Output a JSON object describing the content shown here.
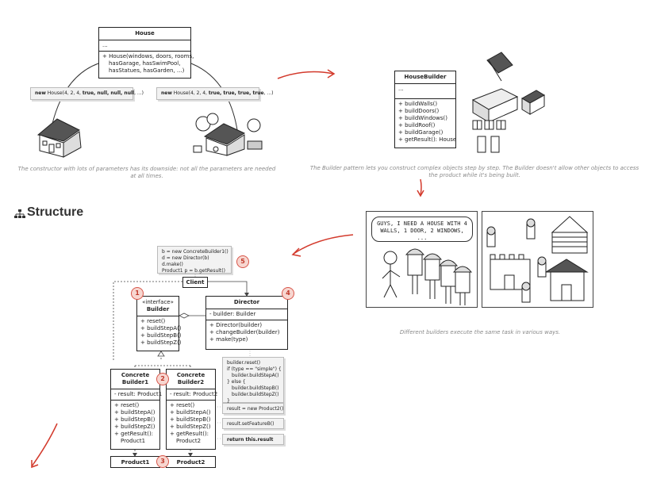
{
  "top_left": {
    "house_class": {
      "name": "House",
      "fields": "...",
      "methods": [
        "+ House(windows, doors, rooms,",
        "hasGarage, hasSwimPool,",
        "hasStatues, hasGarden, ...)"
      ]
    },
    "note_left": {
      "prefix": "new",
      "text": " House(4, 2, 4, ",
      "bold_vals": "true, null, null, null",
      "suffix": ", ...)"
    },
    "note_right": {
      "prefix": "new",
      "text": " House(4, 2, 4, ",
      "bold_vals": "true, true, true, true",
      "suffix": ", ...)"
    },
    "caption": "The constructor with lots of parameters has its downside: not all the parameters are needed at all times."
  },
  "top_right": {
    "builder_class": {
      "name": "HouseBuilder",
      "fields": "...",
      "methods": [
        "+ buildWalls()",
        "+ buildDoors()",
        "+ buildWindows()",
        "+ buildRoof()",
        "+ buildGarage()",
        "+ getResult(): House"
      ]
    },
    "caption": "The Builder pattern lets you construct complex objects step by step. The Builder doesn't allow other objects to access the product while it's being built."
  },
  "structure": {
    "heading": "Structure",
    "client": "Client",
    "note5": [
      "b = new ConcreteBuilder1()",
      "d = new Director(b)",
      "d.make()",
      "Product1 p = b.getResult()"
    ],
    "builder_interface": {
      "stereotype": "«interface»",
      "name": "Builder",
      "methods": [
        "+ reset()",
        "+ buildStepA()",
        "+ buildStepB()",
        "+ buildStepZ()"
      ]
    },
    "director": {
      "name": "Director",
      "fields": [
        "- builder: Builder"
      ],
      "methods": [
        "+ Director(builder)",
        "+ changeBuilder(builder)",
        "+ make(type)"
      ]
    },
    "director_note": [
      "builder.reset()",
      "if (type == \"simple\") {",
      "  builder.buildStepA()",
      "} else {",
      "  builder.buildStepB()",
      "  builder.buildStepZ()",
      "}"
    ],
    "cb1": {
      "name1": "Concrete",
      "name2": "Builder1",
      "fields": [
        "- result: Product1"
      ],
      "methods": [
        "+ reset()",
        "+ buildStepA()",
        "+ buildStepB()",
        "+ buildStepZ()",
        "+ getResult():",
        "  Product1"
      ]
    },
    "cb2": {
      "name1": "Concrete",
      "name2": "Builder2",
      "fields": [
        "- result: Product2"
      ],
      "methods": [
        "+ reset()",
        "+ buildStepA()",
        "+ buildStepB()",
        "+ buildStepZ()",
        "+ getResult():",
        "  Product2"
      ]
    },
    "cb_notes": [
      "result = new Product2()",
      "result.setFeatureB()",
      "return this.result"
    ],
    "product1": "Product1",
    "product2": "Product2",
    "badges": [
      "1",
      "2",
      "3",
      "4",
      "5"
    ]
  },
  "comic": {
    "speech": "GUYS, I NEED A HOUSE WITH 4 WALLS, 1 DOOR, 2 WINDOWS, ...",
    "caption": "Different builders execute the same task in various ways."
  },
  "colors": {
    "accent_red": "#d33a2c",
    "badge_fill": "#f7d6d0",
    "note_bg": "#f2f2f2"
  }
}
